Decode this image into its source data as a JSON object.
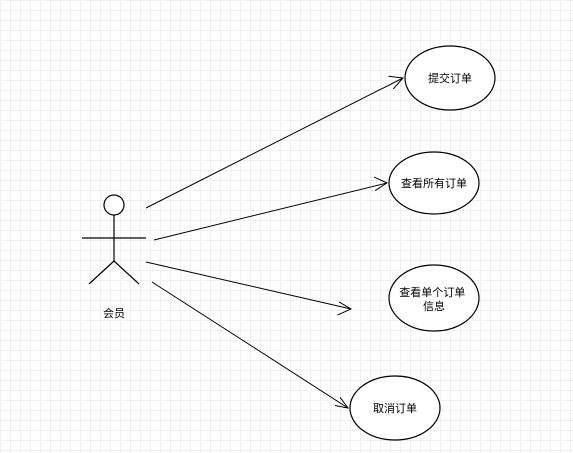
{
  "diagram": {
    "actor": {
      "label": "会员"
    },
    "use_cases": [
      {
        "id": "submit",
        "label_lines": [
          "提交订单"
        ]
      },
      {
        "id": "view_all",
        "label_lines": [
          "查看所有订单"
        ]
      },
      {
        "id": "view_one",
        "label_lines": [
          "查看单个订单",
          "信息"
        ]
      },
      {
        "id": "cancel",
        "label_lines": [
          "取消订单"
        ]
      }
    ],
    "colors": {
      "line": "#000000",
      "fill": "#ffffff",
      "grid": "#f0f0f0"
    }
  }
}
